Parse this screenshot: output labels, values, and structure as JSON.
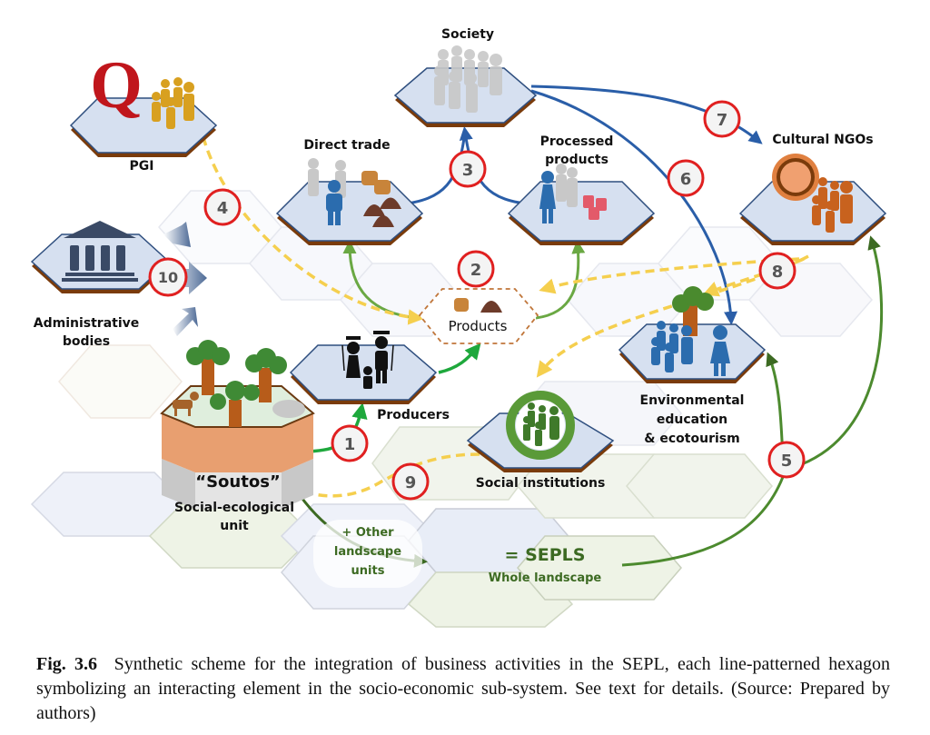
{
  "nodes": {
    "pgi": "PGI",
    "pgi_symbol": "Q",
    "society": "Society",
    "direct_trade": "Direct trade",
    "processed_products": [
      "Processed",
      "products"
    ],
    "cultural_ngos": "Cultural NGOs",
    "administrative_bodies": [
      "Administrative",
      "bodies"
    ],
    "products": "Products",
    "producers": "Producers",
    "environmental_education": [
      "Environmental",
      "education",
      "& ecotourism"
    ],
    "social_institutions": "Social institutions",
    "soutos_title": "“Soutos”",
    "soutos_subtitle": [
      "Social-ecological",
      "unit"
    ],
    "other_units": [
      "+ Other",
      "landscape",
      "units"
    ],
    "sepls_title": "= SEPLS",
    "sepls_subtitle": "Whole landscape"
  },
  "markers": [
    "1",
    "2",
    "3",
    "4",
    "5",
    "6",
    "7",
    "8",
    "9",
    "10"
  ],
  "colors": {
    "hex_top": "#d6e0f0",
    "hex_edge": "#7a3b0b",
    "hex_border": "#2f4f7f",
    "marker_ring": "#e02020",
    "blue_arrow": "#2a5ea8",
    "green_arrow": "#6aa843",
    "dark_green_arrow": "#3c6a22",
    "yellow_dashed": "#f5cf4e",
    "brown_dashed": "#c0763a"
  },
  "caption": {
    "label": "Fig. 3.6",
    "text": "Synthetic scheme for the integration of business activities in the SEPL, each line-patterned hexagon symbolizing an interacting element in the socio-economic sub-system. See text for details. (Source: Prepared by authors)"
  }
}
